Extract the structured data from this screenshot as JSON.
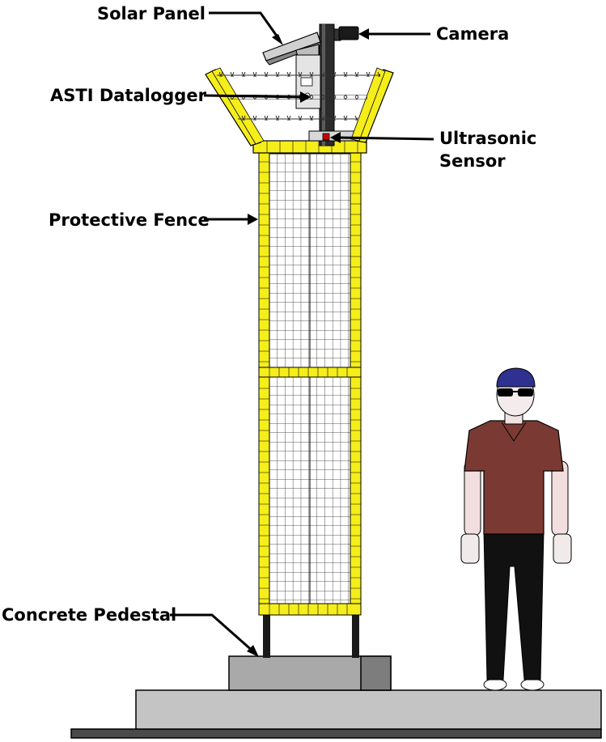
{
  "labels": {
    "solar_panel": "Solar Panel",
    "camera": "Camera",
    "asti_datalogger": "ASTI Datalogger",
    "ultrasonic_sensor_line1": "Ultrasonic",
    "ultrasonic_sensor_line2": "Sensor",
    "protective_fence": "Protective Fence",
    "concrete_pedestal": "Concrete Pedestal"
  },
  "colors": {
    "fence_yellow": "#f5ee1a",
    "pole_dark": "#2b2b2b",
    "concrete": "#a9a9a9",
    "ground": "#c4c4c4",
    "shirt": "#7a3a33",
    "helmet": "#2f3190",
    "sensor_red": "#cc0000"
  },
  "icons": [
    "solar-panel-icon",
    "camera-icon",
    "datalogger-box-icon",
    "person-figure-icon",
    "barbed-wire-icon"
  ]
}
